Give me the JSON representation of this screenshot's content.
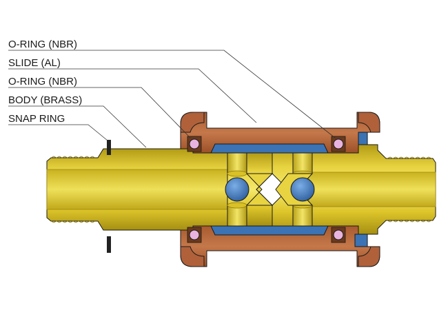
{
  "labels": {
    "oring_outer": "O-RING (NBR)",
    "slide": "SLIDE (AL)",
    "oring_inner": "O-RING (NBR)",
    "body": "BODY (BRASS)",
    "snap_ring": "SNAP RING"
  },
  "colors": {
    "brass_light": "#f1e25a",
    "brass": "#d9c126",
    "brass_dark": "#9c8712",
    "slide": "#b8683c",
    "slide_dark": "#8e4a24",
    "seal_blue": "#3b73b5",
    "ball_blue": "#3f7fc6",
    "oring": "#e9b3df",
    "snap_ring": "#222222"
  }
}
